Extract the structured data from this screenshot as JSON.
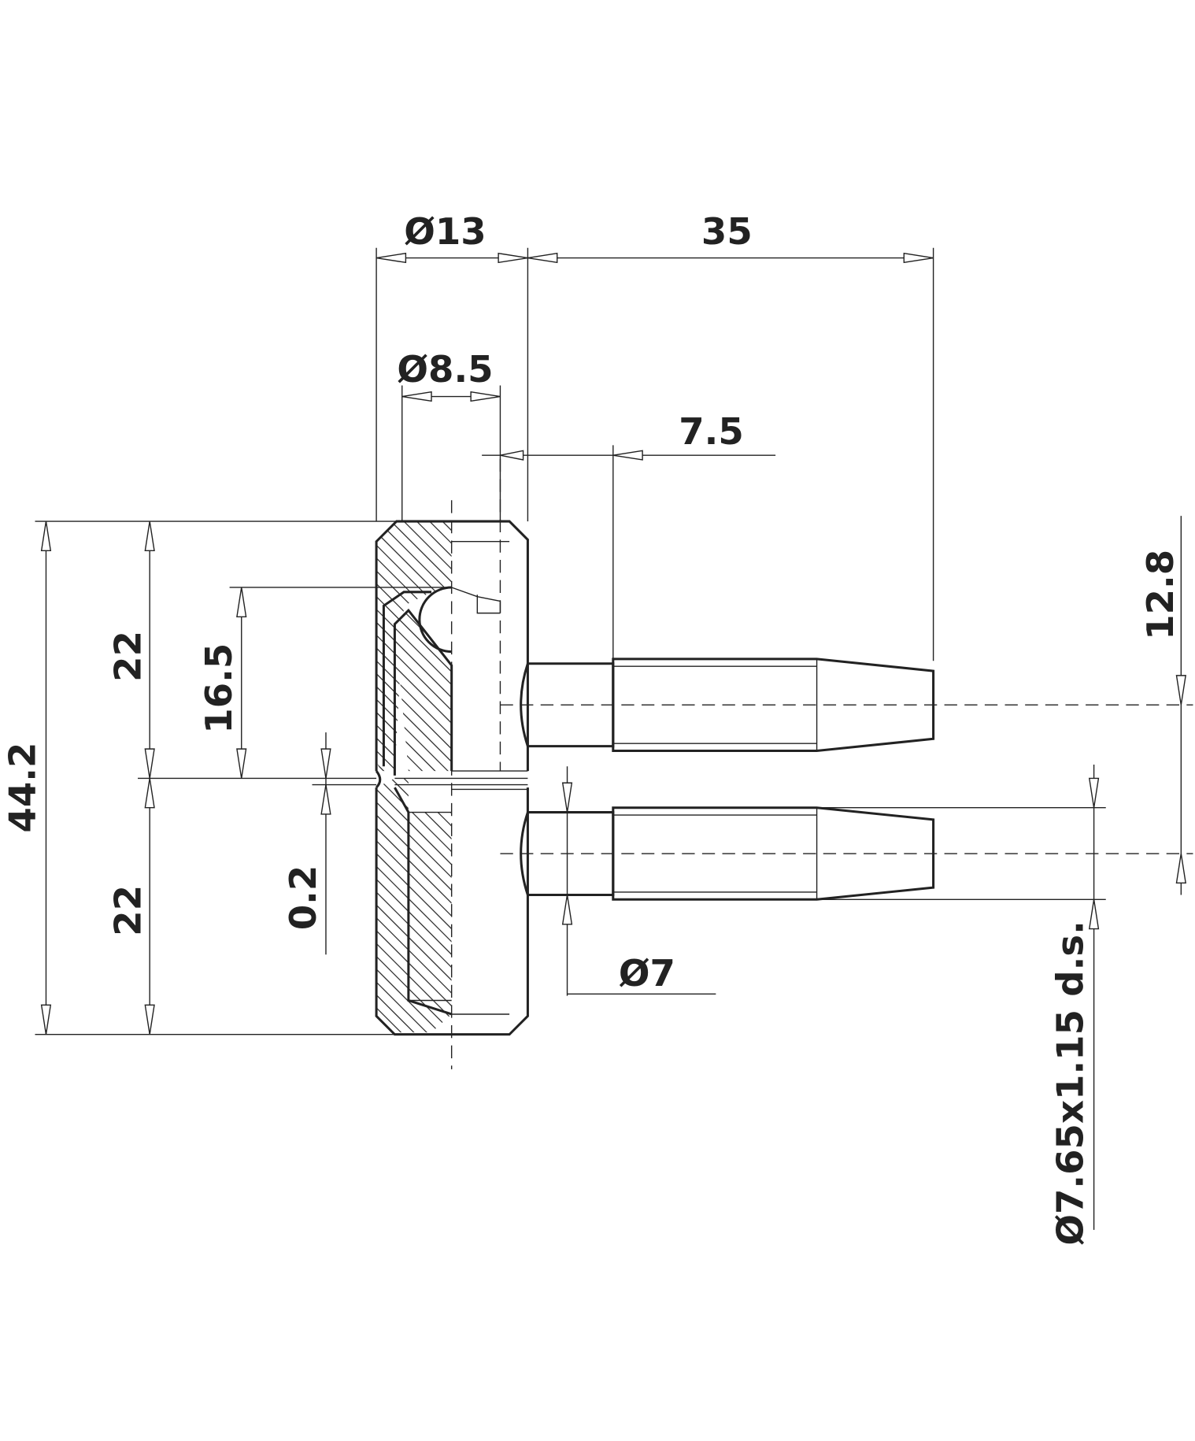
{
  "dimensions": {
    "outer_diameter": "Ø13",
    "pin_projection": "35",
    "inner_diameter": "Ø8.5",
    "shoulder_offset": "7.5",
    "pin_spacing": "12.8",
    "total_height": "44.2",
    "upper_height": "22",
    "lower_height": "22",
    "pin_position": "16.5",
    "gap": "0.2",
    "pin_diameter": "Ø7",
    "thread_spec": "Ø7.65x1.15 d.s."
  },
  "colors": {
    "line": "#222222",
    "background": "#ffffff"
  }
}
